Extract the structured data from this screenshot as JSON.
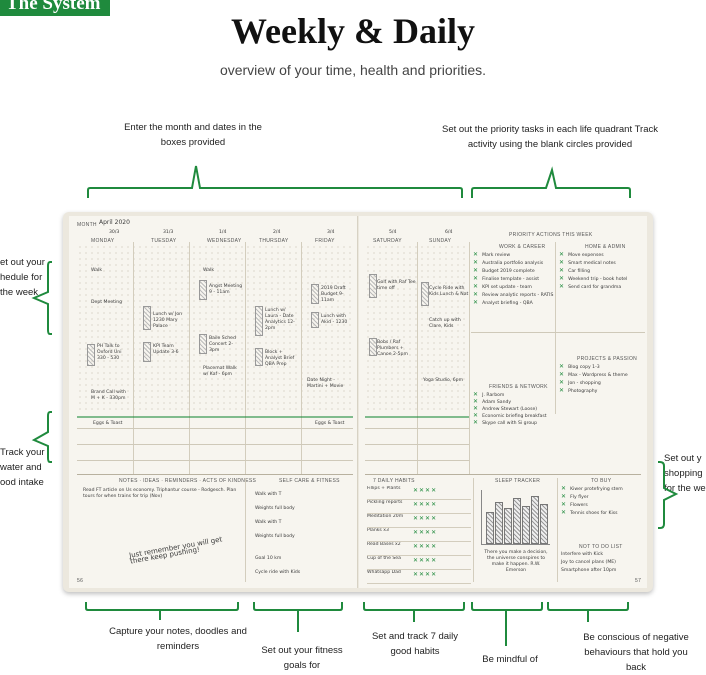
{
  "badge": "The System",
  "title": "Weekly & Daily",
  "subtitle": "overview of your time, health and priorities.",
  "captions": {
    "top_left": "Enter the month and dates in the boxes provided",
    "top_right": "Set out the priority tasks in each life quadrant Track activity using the blank circles provided",
    "left_1": "et out your hedule for the week",
    "left_2": "Track your water and ood intake",
    "right_1": "Set out y shopping for the we",
    "bottom_1": "Capture your notes, doodles and reminders",
    "bottom_2": "Set out your fitness goals for",
    "bottom_3": "Set and track 7 daily good habits",
    "bottom_4": "Be mindful of",
    "bottom_5": "Be conscious of negative behaviours that hold you back"
  },
  "planner": {
    "month_label": "MONTH",
    "month_value": "April 2020",
    "days": [
      "MONDAY",
      "TUESDAY",
      "WEDNESDAY",
      "THURSDAY",
      "FRIDAY",
      "SATURDAY",
      "SUNDAY"
    ],
    "dates": [
      "30/3",
      "31/3",
      "1/4",
      "2/4",
      "3/4",
      "5/4",
      "6/4"
    ],
    "sections": {
      "notes": "NOTES · IDEAS · REMINDERS · ACTS OF KINDNESS",
      "selfcare": "SELF CARE & FITNESS",
      "habits": "7 DAILY HABITS",
      "sleep": "SLEEP TRACKER",
      "todo": "TO BUY",
      "not_to_do": "NOT TO DO LIST",
      "priority": "PRIORITY ACTIONS THIS WEEK",
      "work": "WORK & CAREER",
      "home": "HOME & ADMIN",
      "friends": "FRIENDS & NETWORK",
      "projects": "PROJECTS & PASSION"
    },
    "entries": {
      "mon": [
        "Walk",
        "Dept Meeting",
        "PH Talk to Oxford Uni 330 - 530",
        "Brand Call with M + K - 330pm"
      ],
      "tue": [
        "Lunch w/ Jon 1230 Mary Palace",
        "KPI Team Update 3-6"
      ],
      "wed": [
        "Walk",
        "Angst Meeting 9 - 11am",
        "Baile Sched Concert 2-3pm",
        "Placemat Walk w/ Kaf - 6pm"
      ],
      "thu": [
        "Lunch w/ Laura - Date Analytics 12-2pm",
        "Block + Analyst Brief QBA Prep"
      ],
      "fri": [
        "2019 Draft Budget 9-11am",
        "Lunch with Akid - 1230",
        "Date Night - Martini + Movie"
      ],
      "sat": [
        "Golf with Raf Tee time off",
        "Bobs / Raf Plumbers + Canoe 2-5pm"
      ],
      "sun": [
        "Cycle Ride with Kids Lunch & Nat",
        "Catch up with Clare, Kids",
        "Yoga Studio, 6pm"
      ],
      "work_tasks": [
        "Mark review",
        "Australia portfolio analysis",
        "Budget 2019 complete",
        "Finalise template - assist",
        "KPI set update - team",
        "Review analytic reports - RATIS",
        "Analyst briefing - QBA"
      ],
      "home_tasks": [
        "Move expenses",
        "Smart medical notes",
        "Car filling",
        "Weekend trip - book hotel",
        "Send card for grandma"
      ],
      "friends_tasks": [
        "J. Rarbom",
        "Adam Sandy",
        "Andrew Stewart (Loose)",
        "Economic briefing breakfast",
        "Skype call with Si group"
      ],
      "project_tasks": [
        "Blog copy 1-3",
        "Max - Wordpress & theme",
        "Jon - shopping",
        "Photography"
      ],
      "notes_text": "Read FT article on Us economy. Triphantur course - Rodgesch. Plan tours for when trains for trip (Nov)",
      "doodle": "Just remember you will get there keep pushing!",
      "fitness": [
        "Walk with T",
        "Weights full body",
        "Walk with T",
        "Weights full body",
        "Goal 10 km",
        "Cycle ride with Kids"
      ],
      "habits": [
        "Fillips + Plants",
        "Pickling reports",
        "Meditation 20m",
        "Planks x3",
        "Read Bases x2",
        "Cup of the Sea",
        "Whatsapp Dad"
      ],
      "buy": [
        "Kiwer protefrying stem",
        "Fly flyer",
        "Flowers",
        "Tennis shoes for Kiss"
      ],
      "not_to_do": [
        "Interfere with Kick",
        "Joy to cancel plans (ME)",
        "Smartphone after 10pm"
      ],
      "quote": "There you make a decision, the universe conspires to make it happen. R.W. Emerson",
      "meals_row_label": "Eggs & Toast"
    },
    "page_left": "56",
    "page_right": "57"
  }
}
